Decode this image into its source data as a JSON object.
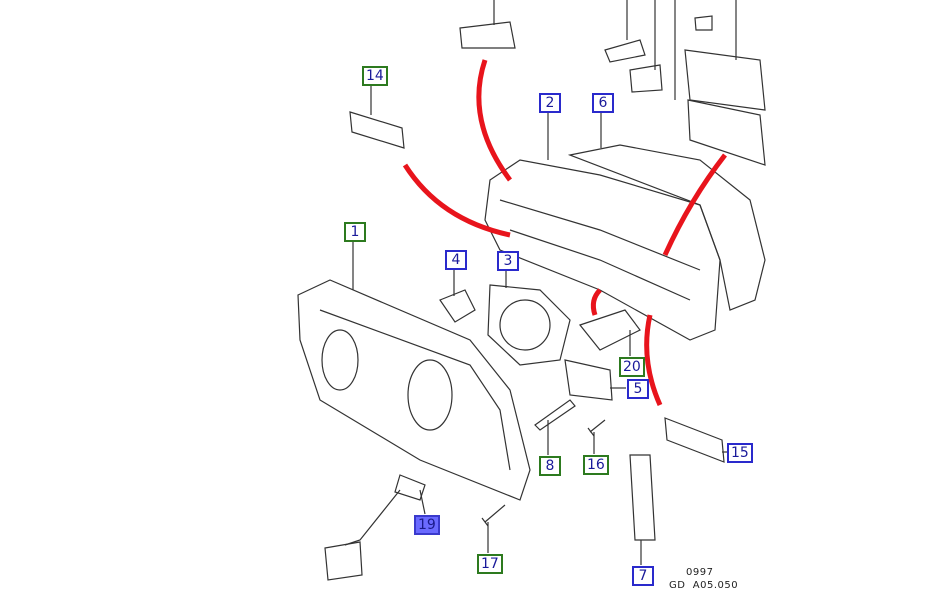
{
  "callouts": [
    {
      "id": "14",
      "color": "green"
    },
    {
      "id": "2",
      "color": "blue"
    },
    {
      "id": "6",
      "color": "blue"
    },
    {
      "id": "1",
      "color": "green"
    },
    {
      "id": "4",
      "color": "blue"
    },
    {
      "id": "3",
      "color": "blue"
    },
    {
      "id": "20",
      "color": "green"
    },
    {
      "id": "5",
      "color": "blue"
    },
    {
      "id": "8",
      "color": "green"
    },
    {
      "id": "16",
      "color": "green"
    },
    {
      "id": "15",
      "color": "blue"
    },
    {
      "id": "19",
      "color": "blue-filled"
    },
    {
      "id": "17",
      "color": "green"
    },
    {
      "id": "7",
      "color": "blue"
    }
  ],
  "reference": {
    "date_code": "0997",
    "drawing_number": "GD  A05.050"
  },
  "colors": {
    "arrow": "#e8141c",
    "green_box": "#2d7a1f",
    "blue_box": "#2a2acc",
    "filled_box": "#6a6aff",
    "line": "#333333"
  }
}
